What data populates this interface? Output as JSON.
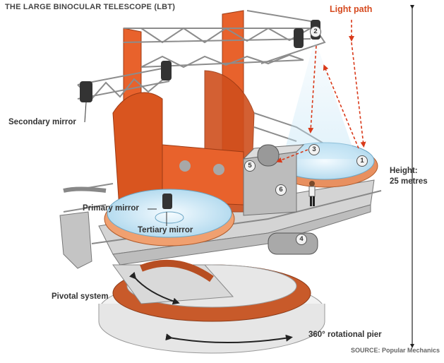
{
  "title": "THE LARGE BINOCULAR TELESCOPE (LBT)",
  "labels": {
    "light_path": "Light path",
    "secondary_mirror": "Secondary mirror",
    "primary_mirror": "Primary mirror",
    "tertiary_mirror": "Tertiary mirror",
    "pivotal_system": "Pivotal system",
    "rotational_pier": "360° rotational pier",
    "height_line1": "Height:",
    "height_line2": "25 metres"
  },
  "callouts": [
    "1",
    "2",
    "3",
    "4",
    "5",
    "6"
  ],
  "source": "SOURCE: Popular Mechanics",
  "colors": {
    "structure_orange": "#e8622c",
    "steel_grey": "#9a9a9a",
    "mirror_blue": "#d6eef8",
    "light_path_red": "#d93a1a"
  }
}
